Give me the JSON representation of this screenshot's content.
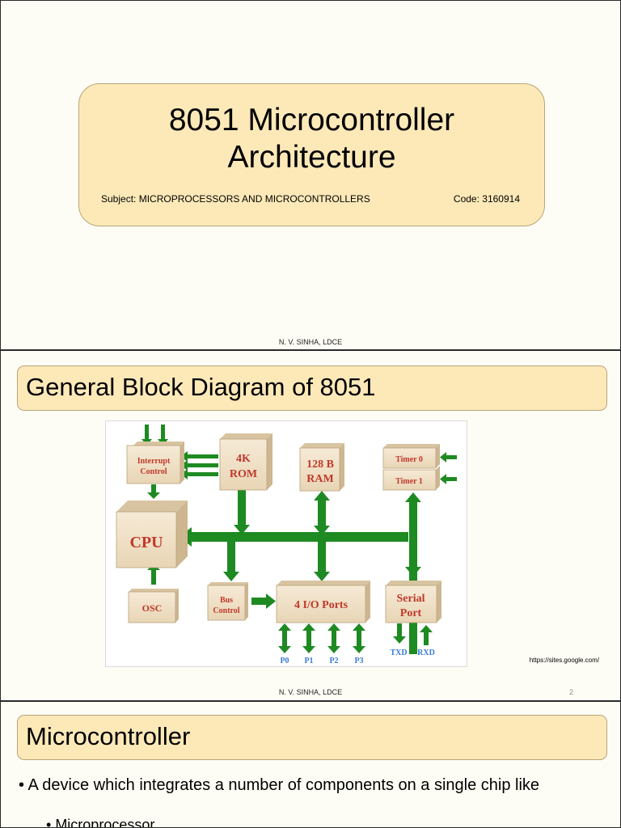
{
  "slide1": {
    "title_line1": "8051 Microcontroller",
    "title_line2": "Architecture",
    "subject": "Subject: MICROPROCESSORS AND MICROCONTROLLERS",
    "code": "Code: 3160914",
    "footer": "N. V. SINHA, LDCE"
  },
  "slide2": {
    "heading": "General Block Diagram of 8051",
    "diagram": {
      "interrupt_line1": "Interrupt",
      "interrupt_line2": "Control",
      "rom_line1": "4K",
      "rom_line2": "ROM",
      "ram_line1": "128 B",
      "ram_line2": "RAM",
      "timer0": "Timer 0",
      "timer1": "Timer 1",
      "cpu": "CPU",
      "osc": "OSC",
      "bus_line1": "Bus",
      "bus_line2": "Control",
      "io": "4 I/O Ports",
      "serial_line1": "Serial",
      "serial_line2": "Port",
      "ports": [
        "P0",
        "P1",
        "P2",
        "P3"
      ],
      "txd": "TXD",
      "rxd": "RXD"
    },
    "source": "https://sites.google.com/",
    "footer": "N. V. SINHA, LDCE",
    "page_number": "2"
  },
  "slide3": {
    "heading": "Microcontroller",
    "bullet1": "A device which integrates a number of components on a single chip like",
    "bullet2": "Microprocessor"
  }
}
